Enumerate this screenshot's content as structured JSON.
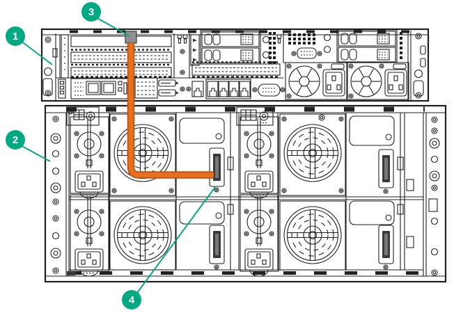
{
  "diagram": {
    "description": "Rear-view line-art of a 2U server (top) cabled to a power chassis (bottom)",
    "callouts": [
      {
        "number": "1"
      },
      {
        "number": "2"
      },
      {
        "number": "3"
      },
      {
        "number": "4"
      }
    ],
    "colors": {
      "callout": "#01A982",
      "cable": "#E56F1F",
      "cable_outline": "#BC5214",
      "connector": "#8F8F8F",
      "line": "#1F1F1F"
    }
  }
}
